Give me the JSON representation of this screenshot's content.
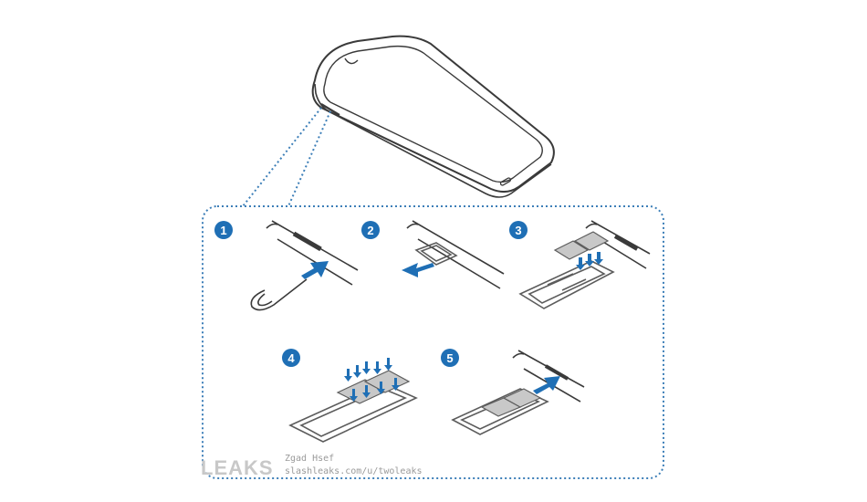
{
  "steps": [
    {
      "number": "1",
      "icon": "eject-pin-insert"
    },
    {
      "number": "2",
      "icon": "tray-pull-out"
    },
    {
      "number": "3",
      "icon": "sim-cards-place"
    },
    {
      "number": "4",
      "icon": "sim-cards-press"
    },
    {
      "number": "5",
      "icon": "tray-insert"
    }
  ],
  "colors": {
    "accent": "#1f6fb5",
    "line": "#3a3a3a",
    "tray": "#5c5c5c",
    "card": "#bdbdbd",
    "dotted": "#3d7fb8"
  },
  "watermark": {
    "logo": "LEAKS",
    "line1": "Zgad Hsef",
    "line2": "slashleaks.com/u/twoleaks"
  }
}
